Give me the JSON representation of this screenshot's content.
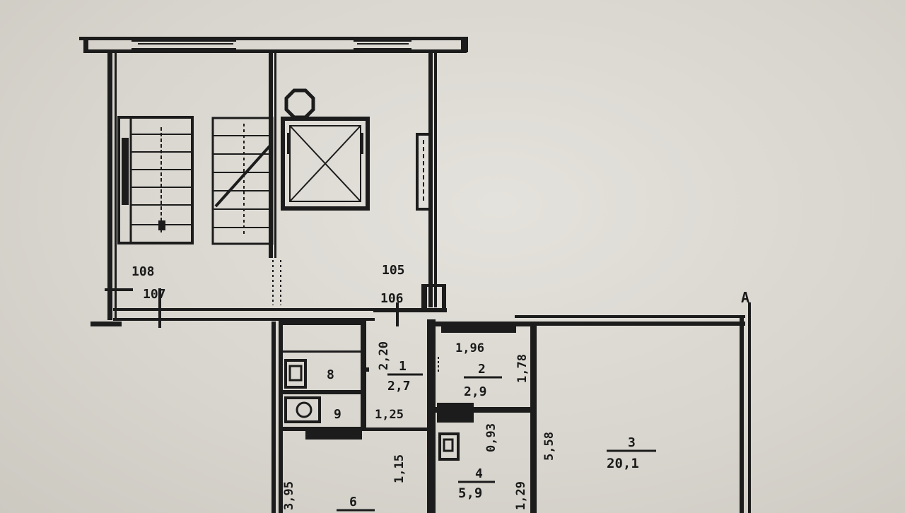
{
  "colors": {
    "paper": "#d9d6cf",
    "ink": "#1c1c1c"
  },
  "stair_hall": {
    "room_108": "108",
    "room_107": "107",
    "room_105": "105",
    "room_106": "106"
  },
  "axis_marker": "A",
  "rooms": {
    "r1": {
      "number": "1",
      "area": "2,7"
    },
    "r2": {
      "number": "2",
      "area": "2,9"
    },
    "r3": {
      "number": "3",
      "area": "20,1"
    },
    "r4": {
      "number": "4",
      "area": "5,9"
    },
    "r6": {
      "number": "6"
    },
    "r8": {
      "number": "8"
    },
    "r9": {
      "number": "9"
    }
  },
  "dimensions": {
    "d_2_20": "2,20",
    "d_1_96": "1,96",
    "d_1_78": "1,78",
    "d_1_25": "1,25",
    "d_0_93": "0,93",
    "d_5_58": "5,58",
    "d_1_29": "1,29",
    "d_1_15": "1,15",
    "d_3_95": "3,95"
  }
}
